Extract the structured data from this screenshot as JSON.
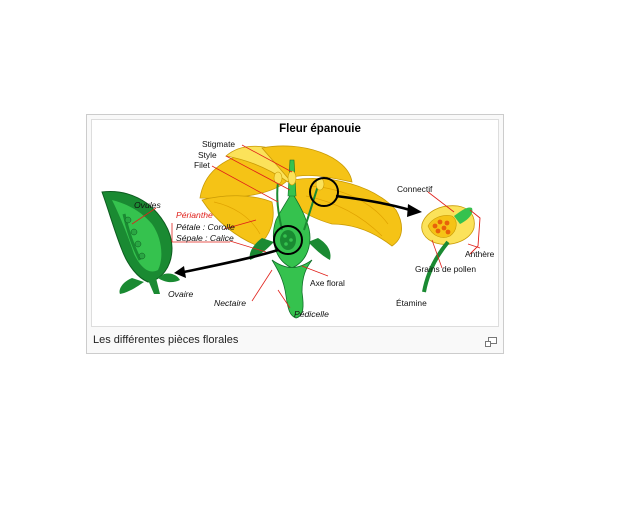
{
  "figure": {
    "title": "Fleur épanouie",
    "labels": {
      "stigmate": "Stigmate",
      "style": "Style",
      "filet": "Filet",
      "ovules": "Ovules",
      "perianthe": "Périanthe",
      "petale": "Pétale : Corolle",
      "sepale": "Sépale : Calice",
      "ovaire": "Ovaire",
      "nectaire": "Nectaire",
      "pedicelle": "Pédicelle",
      "axe_floral": "Axe floral",
      "connectif": "Connectif",
      "anthere": "Anthère",
      "grains_pollen": "Grains de pollen",
      "etamine": "Étamine"
    }
  },
  "caption": "Les différentes pièces florales",
  "icons": {
    "enlarge": "magnify-icon"
  },
  "colors": {
    "petal": "#f5c316",
    "petal_light": "#fbe25a",
    "green_dark": "#1a8a32",
    "green_light": "#35c24e",
    "leader_red": "#e0201a",
    "pollen": "#e8620a"
  }
}
